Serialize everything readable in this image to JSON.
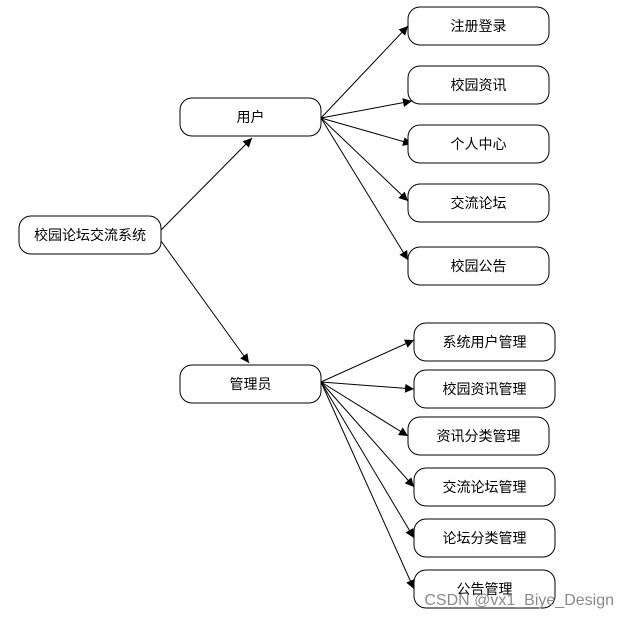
{
  "diagram": {
    "root": "校园论坛交流系统",
    "branches": [
      {
        "label": "用户",
        "children": [
          "注册登录",
          "校园资讯",
          "个人中心",
          "交流论坛",
          "校园公告"
        ]
      },
      {
        "label": "管理员",
        "children": [
          "系统用户管理",
          "校园资讯管理",
          "资讯分类管理",
          "交流论坛管理",
          "论坛分类管理",
          "公告管理"
        ]
      }
    ]
  },
  "watermark": "CSDN @vx1_Biye_Design"
}
